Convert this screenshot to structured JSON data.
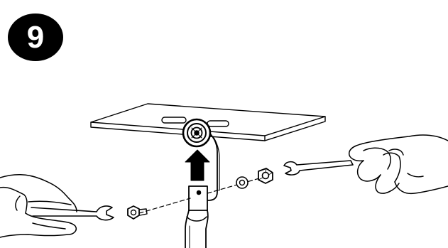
{
  "step": {
    "number": "9"
  },
  "colors": {
    "ink": "#000000",
    "paper": "#ffffff",
    "badge": "#000000",
    "badge_text": "#ffffff"
  },
  "parts": [
    "mounting-plate",
    "swivel-bracket",
    "pole-mount",
    "up-arrow",
    "left-hand",
    "left-wrench",
    "bolt",
    "washer",
    "nut",
    "right-hand",
    "right-wrench",
    "assembly-line"
  ]
}
